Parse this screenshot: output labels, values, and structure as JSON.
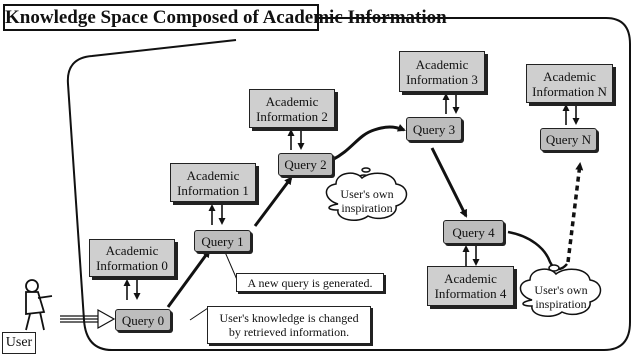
{
  "title": "Knowledge Space Composed of Academic Information",
  "academic": {
    "a0": [
      "Academic",
      "Information 0"
    ],
    "a1": [
      "Academic",
      "Information 1"
    ],
    "a2": [
      "Academic",
      "Information 2"
    ],
    "a3": [
      "Academic",
      "Information 3"
    ],
    "a4": [
      "Academic",
      "Information 4"
    ],
    "aN": [
      "Academic",
      "Information N"
    ]
  },
  "queries": {
    "q0": "Query 0",
    "q1": "Query 1",
    "q2": "Query 2",
    "q3": "Query 3",
    "q4": "Query 4",
    "qN": "Query N"
  },
  "notes": {
    "new_query": "A new query is generated.",
    "knowledge_changed": [
      "User's knowledge is changed",
      "by retrieved information."
    ]
  },
  "inspiration": {
    "first": [
      "User's own",
      "inspiration"
    ],
    "second": [
      "User's own",
      "inspiration"
    ]
  },
  "user_label": "User"
}
